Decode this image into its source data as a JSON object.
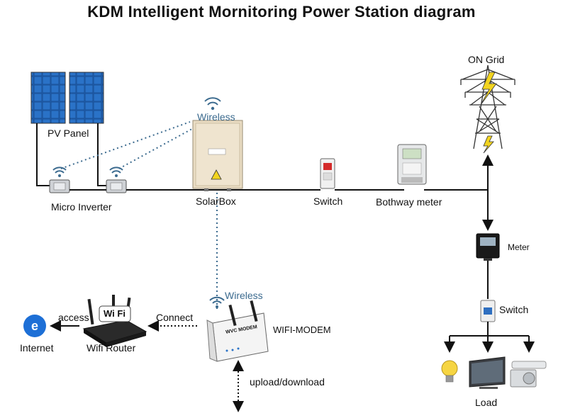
{
  "title": "KDM Intelligent Mornitoring Power Station diagram",
  "labels": {
    "pv_panel": "PV Panel",
    "micro_inverter": "Micro Inverter",
    "wireless_top": "Wireless",
    "solarbox": "SolarBox",
    "switch_main": "Switch",
    "bothway_meter": "Bothway meter",
    "on_grid": "ON Grid",
    "meter": "Meter",
    "switch_load": "Switch",
    "load": "Load",
    "wireless_modem": "Wireless",
    "wifi_modem": "WIFI-MODEM",
    "modem_brand": "WVC MODEM",
    "connect": "Connect",
    "access": "access",
    "wifi_router": "Wifi Router",
    "router_badge": "Wi Fi",
    "internet": "Internet",
    "upload_download": "upload/download"
  },
  "colors": {
    "panel_blue": "#1f5fae",
    "box_beige": "#e9dcc3",
    "wireless_blue": "#3c6b8f",
    "bolt_yellow": "#f2d41f",
    "internet_blue": "#1d6fd6"
  }
}
